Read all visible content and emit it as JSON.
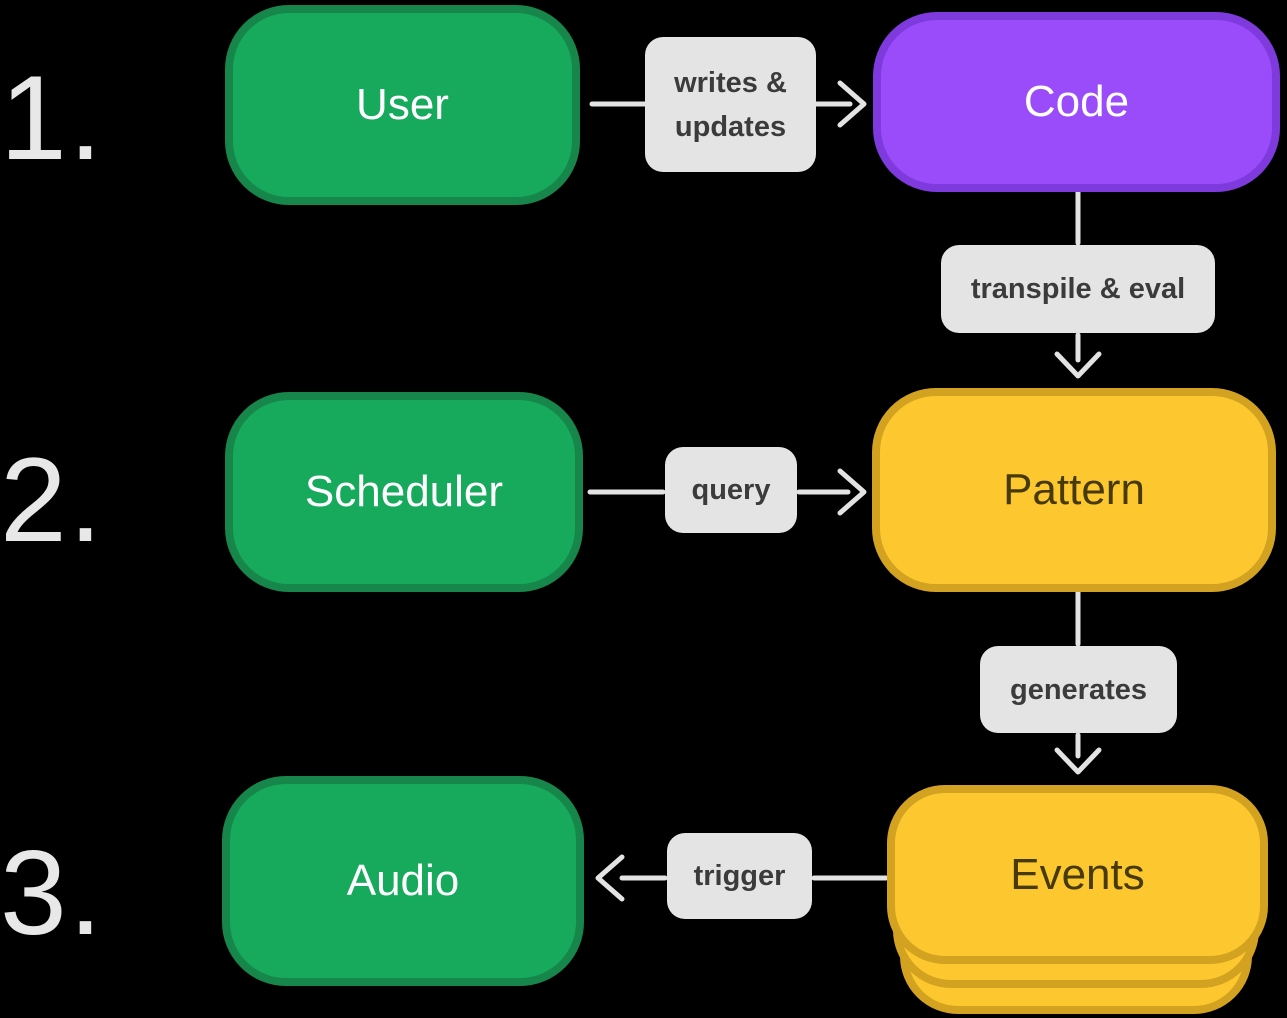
{
  "diagram": {
    "numbers": [
      "1.",
      "2.",
      "3."
    ],
    "nodes": [
      {
        "id": "user",
        "label": "User",
        "color": "green"
      },
      {
        "id": "code",
        "label": "Code",
        "color": "purple"
      },
      {
        "id": "scheduler",
        "label": "Scheduler",
        "color": "green"
      },
      {
        "id": "pattern",
        "label": "Pattern",
        "color": "yellow"
      },
      {
        "id": "events",
        "label": "Events",
        "color": "yellow",
        "stacked": true
      },
      {
        "id": "audio",
        "label": "Audio",
        "color": "green"
      }
    ],
    "edges": [
      {
        "from": "User",
        "to": "Code",
        "label": "writes & updates",
        "direction": "right"
      },
      {
        "from": "Code",
        "to": "Pattern",
        "label": "transpile & eval",
        "direction": "down"
      },
      {
        "from": "Scheduler",
        "to": "Pattern",
        "label": "query",
        "direction": "right"
      },
      {
        "from": "Pattern",
        "to": "Events",
        "label": "generates",
        "direction": "down"
      },
      {
        "from": "Events",
        "to": "Audio",
        "label": "trigger",
        "direction": "left"
      }
    ]
  },
  "colors": {
    "background": "#000000",
    "node_green": "#17aa5c",
    "node_green_border": "#17864a",
    "node_purple": "#9a4bfa",
    "node_purple_border": "#7e3add",
    "node_yellow": "#fdc82f",
    "node_yellow_border": "#d2a220",
    "node_yellow_text": "#473a09",
    "node_text": "#ffffff",
    "edge_label_bg": "#e4e4e4",
    "edge_label_text": "#3b3b3b",
    "arrow": "#e3e3e3",
    "step_number": "#e8e8e8"
  }
}
